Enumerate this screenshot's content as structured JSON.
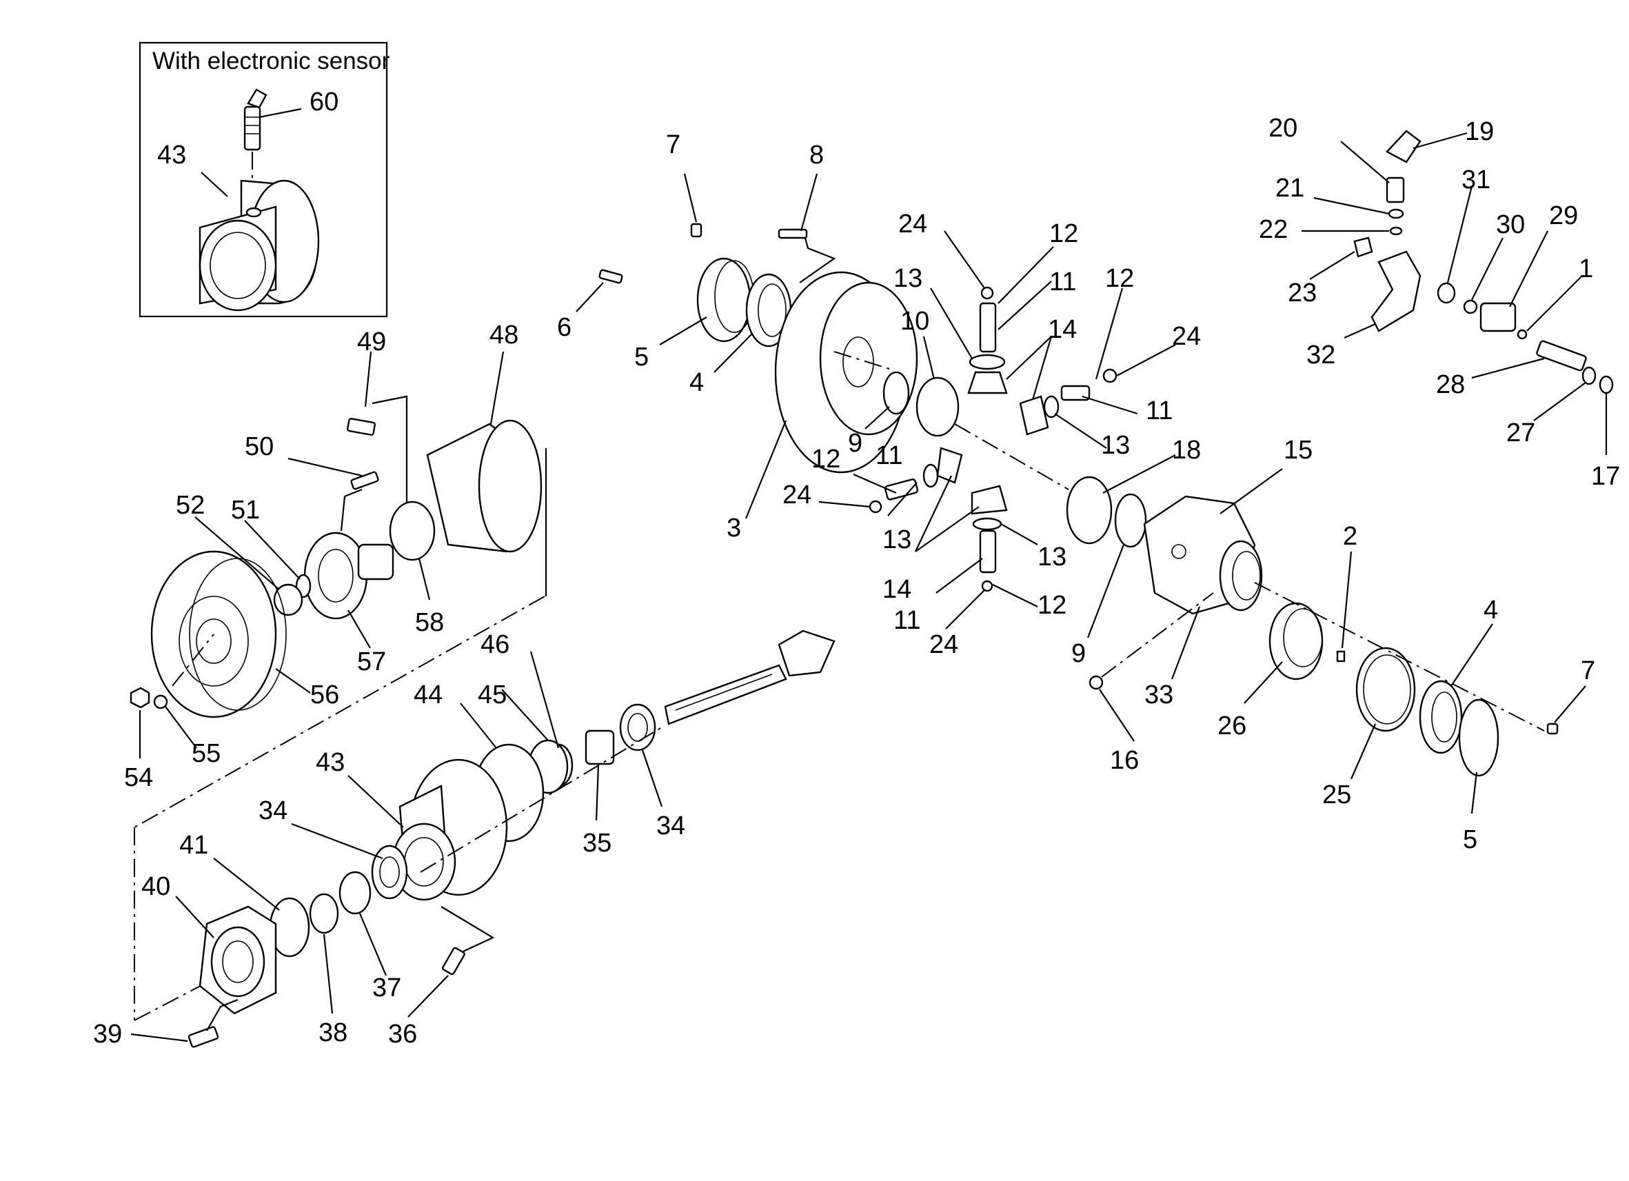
{
  "inset": {
    "title": "With electronic sensor",
    "labels": [
      "60",
      "43"
    ]
  },
  "callouts": [
    {
      "id": "c60",
      "text": "60"
    },
    {
      "id": "c43a",
      "text": "43"
    },
    {
      "id": "c7a",
      "text": "7"
    },
    {
      "id": "c8",
      "text": "8"
    },
    {
      "id": "c6",
      "text": "6"
    },
    {
      "id": "c5a",
      "text": "5"
    },
    {
      "id": "c4a",
      "text": "4"
    },
    {
      "id": "c3",
      "text": "3"
    },
    {
      "id": "c9a",
      "text": "9"
    },
    {
      "id": "c10",
      "text": "10"
    },
    {
      "id": "c24a",
      "text": "24"
    },
    {
      "id": "c12a",
      "text": "12"
    },
    {
      "id": "c13a",
      "text": "13"
    },
    {
      "id": "c11a",
      "text": "11"
    },
    {
      "id": "c14a",
      "text": "14"
    },
    {
      "id": "c12b",
      "text": "12"
    },
    {
      "id": "c24b",
      "text": "24"
    },
    {
      "id": "c11b",
      "text": "11"
    },
    {
      "id": "c13b",
      "text": "13"
    },
    {
      "id": "c12c",
      "text": "12"
    },
    {
      "id": "c11c",
      "text": "11"
    },
    {
      "id": "c24c",
      "text": "24"
    },
    {
      "id": "c13c",
      "text": "13"
    },
    {
      "id": "c14b",
      "text": "14"
    },
    {
      "id": "c11d",
      "text": "11"
    },
    {
      "id": "c13d",
      "text": "13"
    },
    {
      "id": "c12d",
      "text": "12"
    },
    {
      "id": "c24d",
      "text": "24"
    },
    {
      "id": "c18",
      "text": "18"
    },
    {
      "id": "c15",
      "text": "15"
    },
    {
      "id": "c9b",
      "text": "9"
    },
    {
      "id": "c33",
      "text": "33"
    },
    {
      "id": "c16",
      "text": "16"
    },
    {
      "id": "c2",
      "text": "2"
    },
    {
      "id": "c26",
      "text": "26"
    },
    {
      "id": "c25",
      "text": "25"
    },
    {
      "id": "c4b",
      "text": "4"
    },
    {
      "id": "c5b",
      "text": "5"
    },
    {
      "id": "c7b",
      "text": "7"
    },
    {
      "id": "c20",
      "text": "20"
    },
    {
      "id": "c19",
      "text": "19"
    },
    {
      "id": "c21",
      "text": "21"
    },
    {
      "id": "c22",
      "text": "22"
    },
    {
      "id": "c23",
      "text": "23"
    },
    {
      "id": "c31",
      "text": "31"
    },
    {
      "id": "c30",
      "text": "30"
    },
    {
      "id": "c29",
      "text": "29"
    },
    {
      "id": "c1",
      "text": "1"
    },
    {
      "id": "c32",
      "text": "32"
    },
    {
      "id": "c28",
      "text": "28"
    },
    {
      "id": "c27",
      "text": "27"
    },
    {
      "id": "c17",
      "text": "17"
    },
    {
      "id": "c49",
      "text": "49"
    },
    {
      "id": "c48",
      "text": "48"
    },
    {
      "id": "c50",
      "text": "50"
    },
    {
      "id": "c52",
      "text": "52"
    },
    {
      "id": "c51",
      "text": "51"
    },
    {
      "id": "c58",
      "text": "58"
    },
    {
      "id": "c57",
      "text": "57"
    },
    {
      "id": "c56",
      "text": "56"
    },
    {
      "id": "c54",
      "text": "54"
    },
    {
      "id": "c55",
      "text": "55"
    },
    {
      "id": "c46",
      "text": "46"
    },
    {
      "id": "c44",
      "text": "44"
    },
    {
      "id": "c45",
      "text": "45"
    },
    {
      "id": "c35",
      "text": "35"
    },
    {
      "id": "c34a",
      "text": "34"
    },
    {
      "id": "c43b",
      "text": "43"
    },
    {
      "id": "c34b",
      "text": "34"
    },
    {
      "id": "c41",
      "text": "41"
    },
    {
      "id": "c40",
      "text": "40"
    },
    {
      "id": "c37",
      "text": "37"
    },
    {
      "id": "c38",
      "text": "38"
    },
    {
      "id": "c36",
      "text": "36"
    },
    {
      "id": "c39",
      "text": "39"
    }
  ]
}
